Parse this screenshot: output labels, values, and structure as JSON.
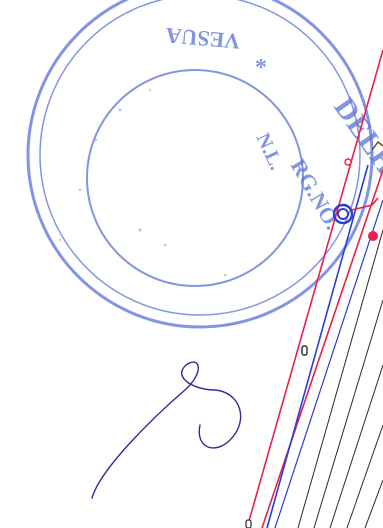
{
  "document": {
    "kind": "scanned survey plan fragment",
    "stamp": {
      "color": "#5a72d6",
      "text_top": "VESUA",
      "text_right": "DELHI",
      "text_inner": "RG.NO.",
      "star": "*"
    },
    "signature": {
      "color": "#2b2f9e"
    },
    "lines": {
      "red_color": "#e8204a",
      "blue_color": "#2a3fd1",
      "black_color": "#2a2a2a"
    }
  }
}
